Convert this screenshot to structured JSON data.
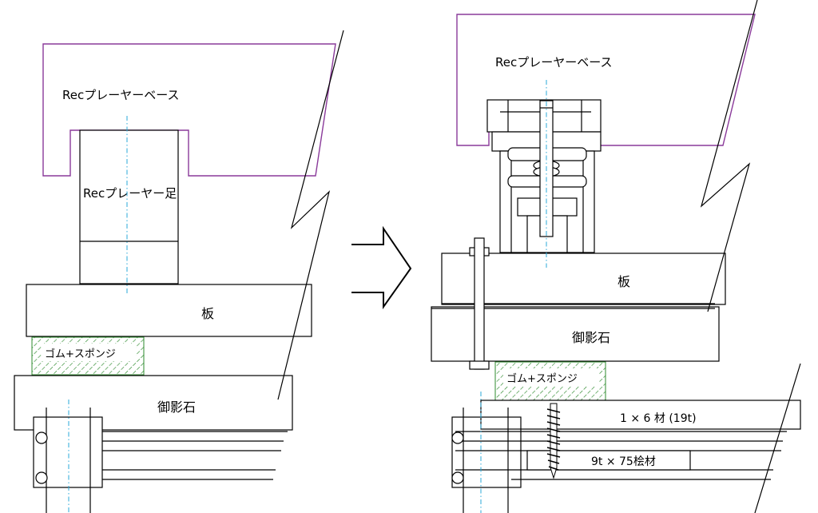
{
  "colors": {
    "outline": "#000000",
    "player_base_outline": "#8a3a9a",
    "center_line": "#2aa8d8",
    "pad_hatch": "#2e8b2e"
  },
  "before": {
    "player_base": "Recプレーヤーベース",
    "player_foot": "Recプレーヤー足",
    "board": "板",
    "pad": "ゴム+スポンジ",
    "granite": "御影石"
  },
  "arrow": {
    "icon": "right-arrow-icon"
  },
  "after": {
    "player_base": "Recプレーヤーベース",
    "board": "板",
    "granite": "御影石",
    "pad": "ゴム+スポンジ",
    "lumber_1x6": "1 × 6 材 (19t)",
    "cypress_strip": "9t × 75桧材"
  }
}
